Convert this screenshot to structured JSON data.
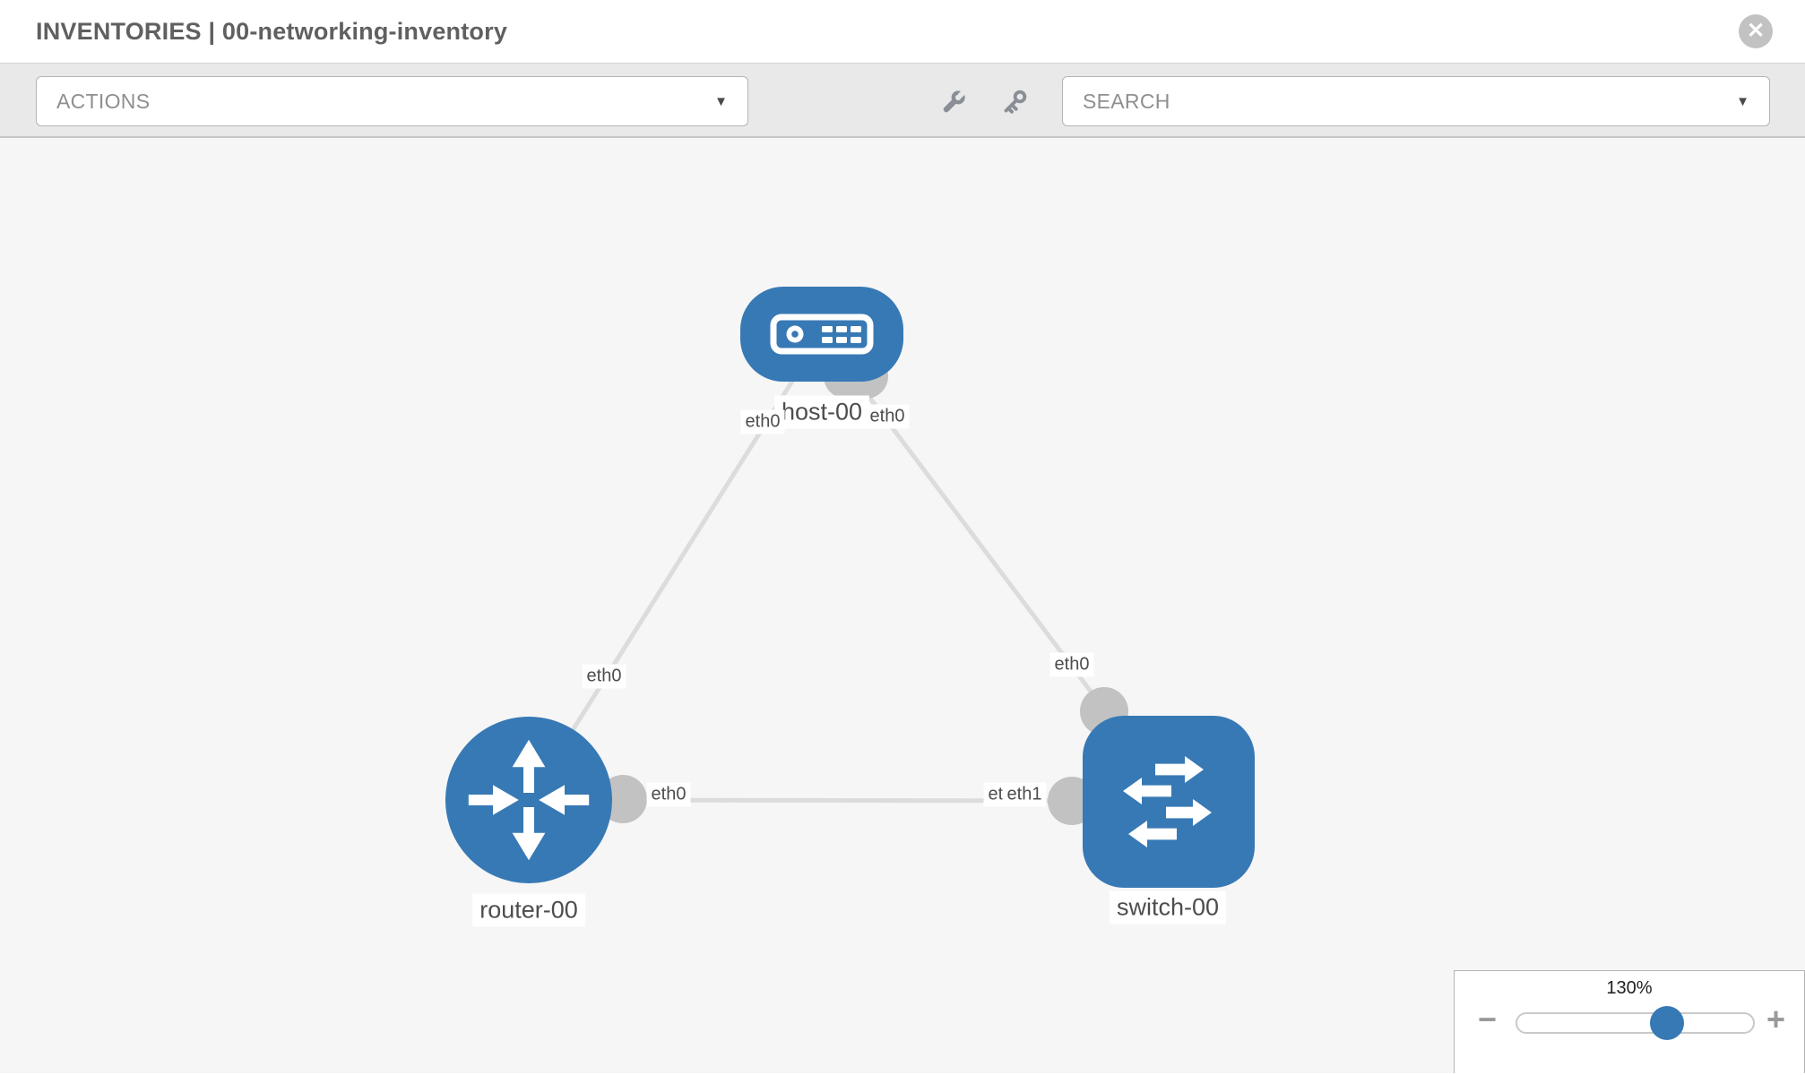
{
  "header": {
    "title": "INVENTORIES | 00-networking-inventory",
    "close_glyph": "✕"
  },
  "toolbar": {
    "actions_label": "ACTIONS",
    "search_label": "SEARCH",
    "caret_glyph": "▼"
  },
  "canvas": {
    "nodes": [
      {
        "id": "host-00",
        "type": "host",
        "label": "host-00"
      },
      {
        "id": "router-00",
        "type": "router",
        "label": "router-00"
      },
      {
        "id": "switch-00",
        "type": "switch",
        "label": "switch-00"
      }
    ],
    "links": [
      {
        "from": "host-00",
        "from_interface": "eth0",
        "to": "router-00",
        "to_interface": "eth0"
      },
      {
        "from": "host-00",
        "from_interface": "eth0",
        "to": "switch-00",
        "to_interface": "eth0"
      },
      {
        "from": "router-00",
        "from_interface": "eth0",
        "to": "switch-00",
        "to_interface": "eth1"
      }
    ],
    "overlapping_labels": {
      "behind": "eth0",
      "front": "eth1"
    }
  },
  "zoom_control": {
    "level": "130%",
    "minus_glyph": "−",
    "plus_glyph": "+"
  },
  "colors": {
    "node_fill": "#3779b5",
    "link": "#dcdcdc",
    "connector": "#c2c2c2",
    "toolbar_bg": "#e9e9e9",
    "canvas_bg": "#f6f6f6"
  }
}
